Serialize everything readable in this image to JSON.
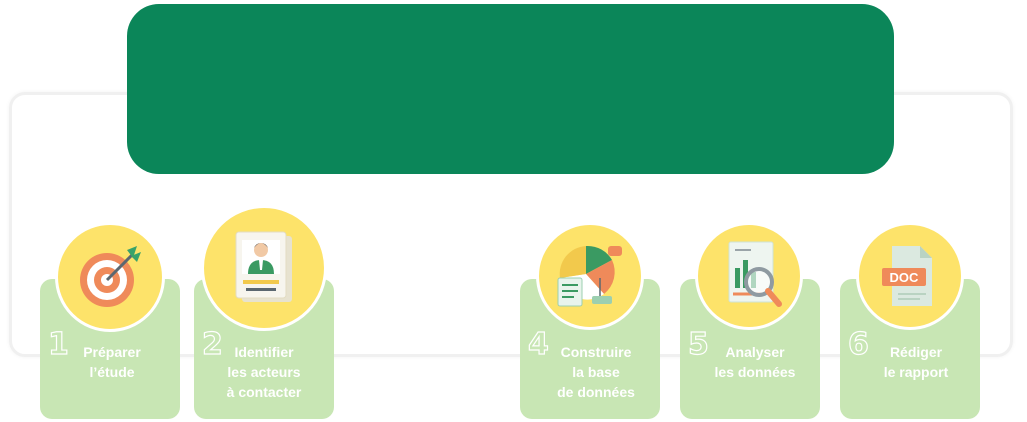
{
  "steps": [
    {
      "number": "1",
      "label_lines": [
        "Préparer",
        "l’étude"
      ],
      "icon": "target-icon"
    },
    {
      "number": "2",
      "label_lines": [
        "Identifier",
        "les acteurs",
        "à contacter"
      ],
      "icon": "person-profile-icon"
    },
    {
      "number": "4",
      "label_lines": [
        "Construire",
        "la base",
        "de données"
      ],
      "icon": "data-charts-icon"
    },
    {
      "number": "5",
      "label_lines": [
        "Analyser",
        "les données"
      ],
      "icon": "magnifier-report-icon"
    },
    {
      "number": "6",
      "label_lines": [
        "Rédiger",
        "le rapport"
      ],
      "icon": "doc-file-icon"
    }
  ],
  "doc_icon_text": "DOC",
  "colors": {
    "banner": "#0b8659",
    "card": "#c8e6b4",
    "circle": "#fde36a"
  }
}
